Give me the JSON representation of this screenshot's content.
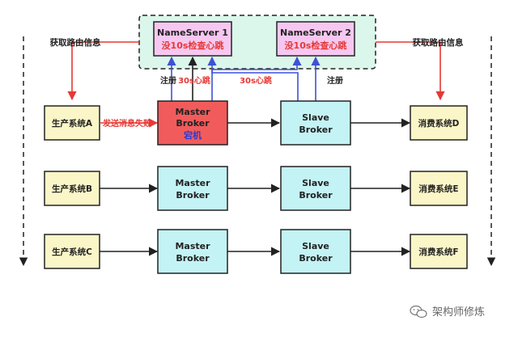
{
  "nameservers": {
    "ns1": {
      "title": "NameServer 1",
      "subtitle": "没10s检查心跳"
    },
    "ns2": {
      "title": "NameServer 2",
      "subtitle": "没10s检查心跳"
    }
  },
  "side_labels": {
    "left": "获取路由信息",
    "right": "获取路由信息"
  },
  "arrow_labels": {
    "register_left": "注册",
    "heartbeat_left": "30s心跳",
    "heartbeat_right": "30s心跳",
    "register_right": "注册",
    "send_fail": "发送消息失败"
  },
  "producers": [
    "生产系统A",
    "生产系统B",
    "生产系统C"
  ],
  "consumers": [
    "消费系统D",
    "消费系统E",
    "消费系统F"
  ],
  "masters": [
    {
      "line1": "Master",
      "line2": "Broker",
      "line3": "宕机"
    },
    {
      "line1": "Master",
      "line2": "Broker"
    },
    {
      "line1": "Master",
      "line2": "Broker"
    }
  ],
  "slaves": [
    {
      "line1": "Slave",
      "line2": "Broker"
    },
    {
      "line1": "Slave",
      "line2": "Broker"
    },
    {
      "line1": "Slave",
      "line2": "Broker"
    }
  ],
  "watermark": "架构师修炼",
  "colors": {
    "nameserver_fill": "#f6c7f0",
    "nameserver_group_fill": "#dbf6ea",
    "broker_fill": "#c4f3f5",
    "broker_down_fill": "#f25b5b",
    "system_fill": "#fbf6c7",
    "red": "#e53935",
    "blue": "#3f51d6",
    "dark": "#222222"
  }
}
